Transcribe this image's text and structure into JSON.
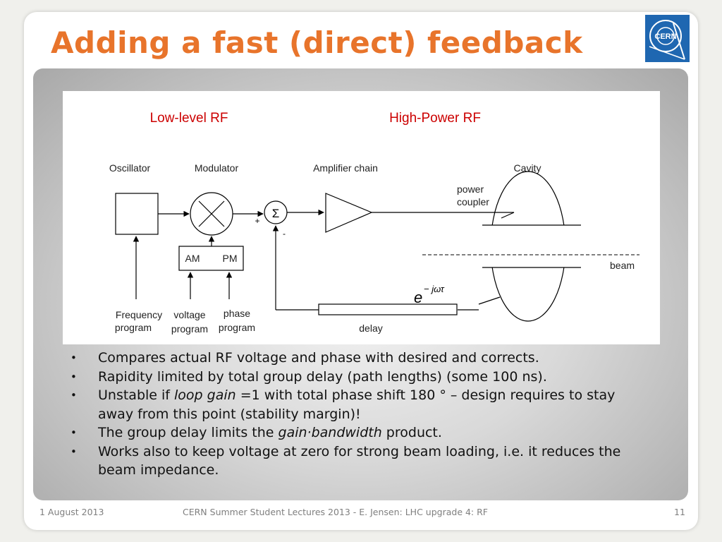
{
  "slide": {
    "title": "Adding a fast (direct) feedback",
    "logo_text": "CERN"
  },
  "diagram": {
    "section_low": "Low-level RF",
    "section_high": "High-Power RF",
    "labels": {
      "oscillator": "Oscillator",
      "modulator": "Modulator",
      "amplifier": "Amplifier chain",
      "cavity": "Cavity",
      "power_coupler_1": "power",
      "power_coupler_2": "coupler",
      "sigma": "Σ",
      "plus": "+",
      "minus": "-",
      "am": "AM",
      "pm": "PM",
      "beam": "beam",
      "exp_base": "e",
      "exp_power": "− jωτ",
      "delay": "delay",
      "freq_1": "Frequency",
      "freq_2": "program",
      "volt_1": "voltage",
      "volt_2": "program",
      "phase_1": "phase",
      "phase_2": "program"
    }
  },
  "bullets": [
    {
      "parts": [
        {
          "text": "Compares actual RF voltage and phase with desired and corrects."
        }
      ]
    },
    {
      "parts": [
        {
          "text": "Rapidity limited by total group delay (path lengths) (some 100 ns)."
        }
      ]
    },
    {
      "parts": [
        {
          "text": "Unstable if "
        },
        {
          "text": "loop gain",
          "italic": true
        },
        {
          "text": " =1 with total phase shift 180 ° – design requires to stay away from this point (stability margin)!"
        }
      ]
    },
    {
      "parts": [
        {
          "text": "The group delay limits the "
        },
        {
          "text": "gain·bandwidth",
          "italic": true
        },
        {
          "text": " product."
        }
      ]
    },
    {
      "parts": [
        {
          "text": "Works also to keep voltage at zero for strong beam loading, i.e. it reduces the beam impedance."
        }
      ]
    }
  ],
  "footer": {
    "date": "1 August 2013",
    "center": "CERN Summer Student Lectures 2013 - E. Jensen: LHC upgrade 4: RF",
    "page": "11"
  },
  "colors": {
    "title": "#e8742b",
    "section_labels": "#cc0000",
    "logo_bg": "#1f67b1"
  }
}
